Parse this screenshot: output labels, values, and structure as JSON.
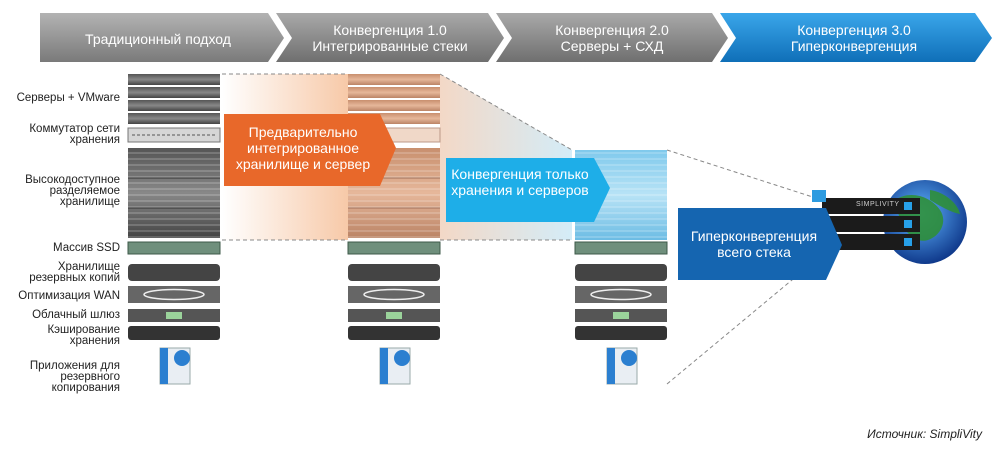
{
  "stages": [
    {
      "line1": "Традиционный подход",
      "line2": ""
    },
    {
      "line1": "Конвергенция 1.0",
      "line2": "Интегрированные стеки"
    },
    {
      "line1": "Конвергенция 2.0",
      "line2": "Серверы + СХД"
    },
    {
      "line1": "Конвергенция 3.0",
      "line2": "Гиперконвергенция"
    }
  ],
  "row_labels": [
    "Серверы + VMware",
    "Коммутатор сети хранения",
    "Высокодоступное разделяемое хранилище",
    "Массив SSD",
    "Хранилище резервных копий",
    "Оптимизация WAN",
    "Облачный шлюз",
    "Кэширование хранения",
    "Приложения для резервного копирования"
  ],
  "callouts": {
    "integrated": "Предварительно интегрированное хранилище и сервер",
    "storage_server": "Конвергенция только хранения и серверов",
    "hyper": "Гиперконвергенция всего стека"
  },
  "brand_label": "SIMPLIVITY",
  "source": "Источник: SimpliVity",
  "colors": {
    "stage_gray": "#8c8c8c",
    "stage_blue": "#1a86d0",
    "orange": "#e8682a",
    "cyan": "#1eaee8",
    "navy": "#1565b0"
  }
}
